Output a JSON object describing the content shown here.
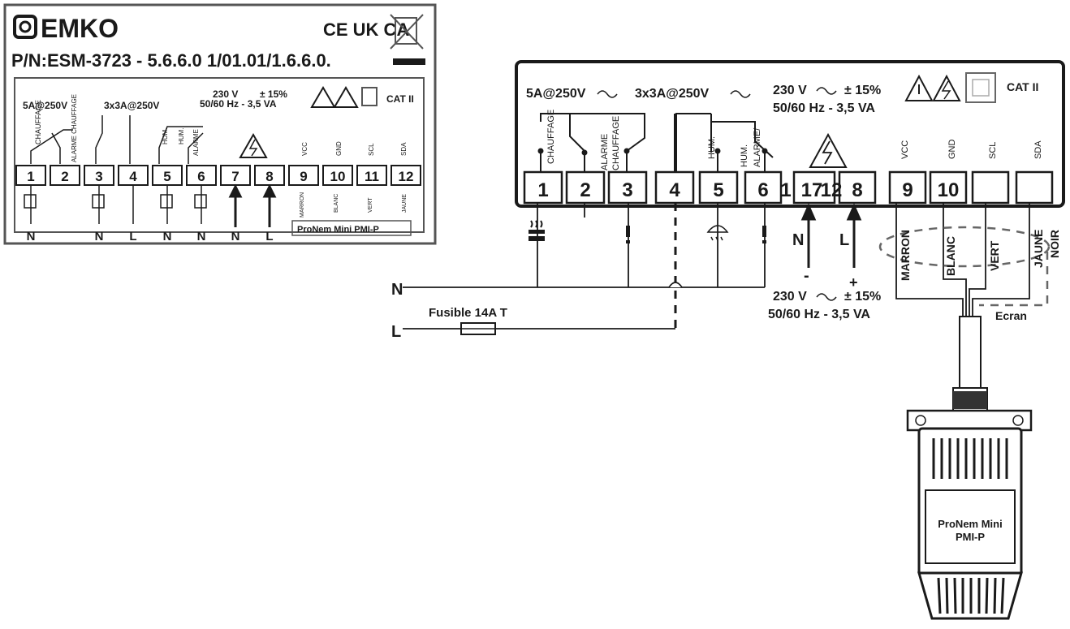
{
  "label": {
    "brand": "EMKO",
    "marks": "CE UK CA",
    "part_number": "P/N:ESM-3723 - 5.6.6.0 1/01.01/1.6.6.0.",
    "relay1": "5A@250V",
    "relay2": "3x3A@250V",
    "supply1": "230 V",
    "tol": "± 15%",
    "supply2": "50/60 Hz - 3,5 VA",
    "cat": "CAT II",
    "terminals": [
      "1",
      "2",
      "3",
      "4",
      "5",
      "6",
      "7",
      "8",
      "9",
      "10",
      "11",
      "12"
    ],
    "func": [
      "CHAUFFAGE",
      "ALARME CHAUFFAGE",
      "HUM.",
      "HUM.",
      "ALARME",
      "VCC",
      "GND",
      "SCL",
      "SDA"
    ],
    "wires": [
      "MARRON",
      "BLANC",
      "VERT",
      "JAUNE"
    ],
    "below": [
      "N",
      "N",
      "L",
      "N",
      "N",
      "N",
      "L"
    ],
    "sensor": "ProNem Mini PMI-P"
  },
  "main": {
    "relay1": "5A@250V",
    "relay2": "3x3A@250V",
    "supply1": "230 V",
    "tol": "± 15%",
    "supply2": "50/60 Hz - 3,5 VA",
    "cat": "CAT II",
    "t1": "1",
    "t2": "2",
    "t3": "3",
    "t4": "4",
    "t5": "5",
    "t6": "6",
    "t7": "1",
    "t8": "17",
    "t9": "12",
    "t10": "8",
    "t11": "9",
    "t12": "10",
    "chauffage": "CHAUFFAGE",
    "alarme": "ALARME",
    "chauffage2": "CHAUFFAGE",
    "hum1": "HUM.",
    "hum2": "HUM.",
    "alarme2": "ALARME/",
    "vcc": "VCC",
    "gnd": "GND",
    "scl": "SCL",
    "sda": "SDA",
    "n": "N",
    "l": "L",
    "minus": "-",
    "plus": "+",
    "supply_b1": "230 V",
    "tol_b": "± 15%",
    "supply_b2": "50/60 Hz - 3,5 VA",
    "marron": "MARRON",
    "blanc": "BLANC",
    "vert": "VERT",
    "jaune": "JAUNE",
    "noir": "NOIR",
    "ecran": "Ecran",
    "line_n": "N",
    "line_l": "L",
    "fuse": "Fusible 14A T",
    "sensor1": "ProNem Mini",
    "sensor2": "PMI-P"
  },
  "colors": {
    "ink": "#1a1a1a",
    "bg": "#ffffff",
    "gray": "#8a8a8a"
  }
}
